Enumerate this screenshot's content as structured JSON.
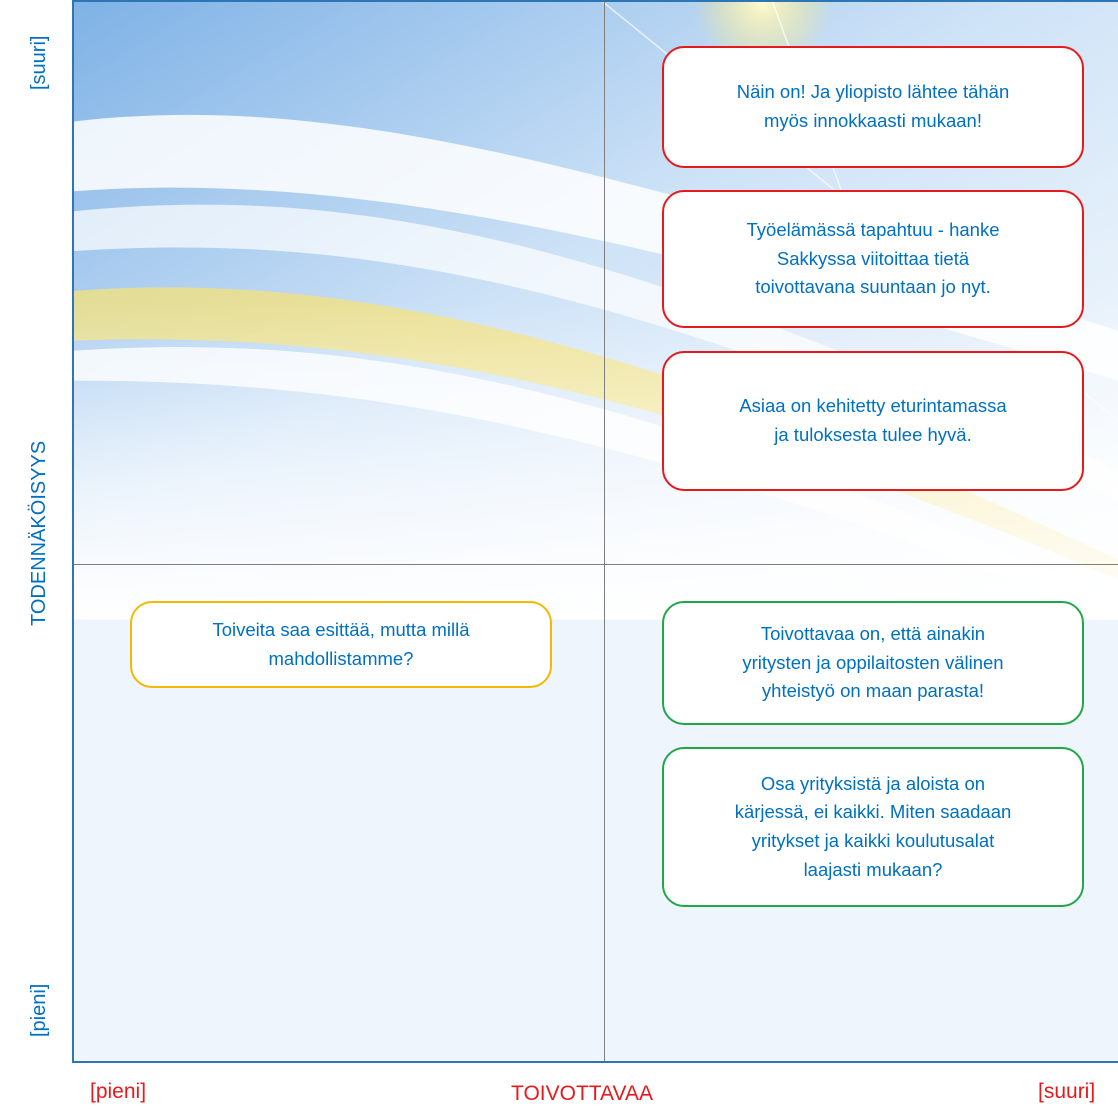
{
  "diagram": {
    "y_axis": {
      "title": "TODENNÄKÖISYYS",
      "high": "[suuri]",
      "low": "[pieni]"
    },
    "x_axis": {
      "title": "TOIVOTTAVAA",
      "low": "[pieni]",
      "high": "[suuri]"
    },
    "colors": {
      "axis": "#2e75b6",
      "red": "#e41a1c",
      "green": "#1fa84a",
      "yellow": "#f5b800",
      "text": "#0070c0"
    },
    "cards": [
      {
        "quadrant": "top-right",
        "color": "red",
        "text": "Näin on! Ja yliopisto lähtee tähän\nmyös innokkaasti mukaan!"
      },
      {
        "quadrant": "top-right",
        "color": "red",
        "text": "Työelämässä tapahtuu - hanke\nSakkyssa viitoittaa tietä\ntoivottavana suuntaan jo nyt."
      },
      {
        "quadrant": "top-right",
        "color": "red",
        "text": "Asiaa on kehitetty eturintamassa\nja tuloksesta tulee hyvä."
      },
      {
        "quadrant": "bottom-left",
        "color": "yellow",
        "text": "Toiveita saa esittää, mutta millä\nmahdollistamme?"
      },
      {
        "quadrant": "bottom-right",
        "color": "green",
        "text": "Toivottavaa on, että ainakin\nyritysten ja oppilaitosten välinen\nyhteistyö on maan parasta!"
      },
      {
        "quadrant": "bottom-right",
        "color": "green",
        "text": "Osa yrityksistä ja aloista on\nkärjessä, ei kaikki. Miten saadaan\nyritykset ja kaikki koulutusalat\nlaajasti mukaan?"
      }
    ]
  }
}
